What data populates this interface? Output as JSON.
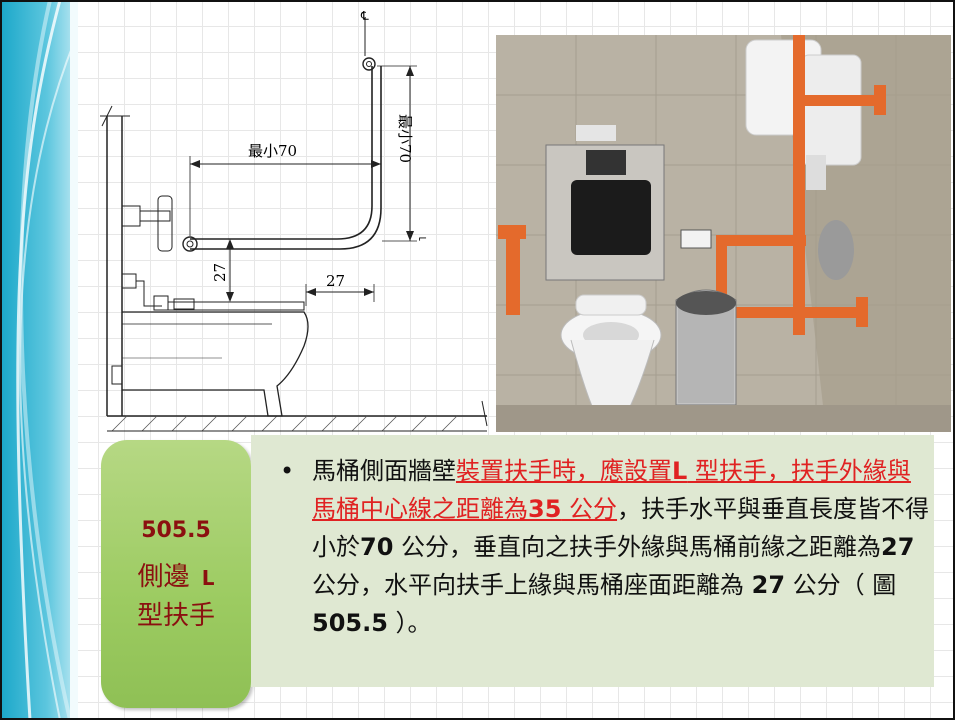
{
  "figure": {
    "centerline_mark": "℄",
    "horizontal_dim": "最小70",
    "vertical_dim": "最小70",
    "height_dim": "27",
    "front_dim": "27"
  },
  "badge": {
    "code": "505.5",
    "title_line1": "側邊",
    "title_L": "L",
    "title_line2": "型扶手"
  },
  "bullet": {
    "seg1": "馬桶側面牆壁",
    "seg2_red": "裝置扶手時，應設置",
    "seg3_red_bold": "L",
    "seg4_red": " 型扶手，扶手外緣與馬桶中心線之距離為",
    "seg5_red_bold": "35",
    "seg6_red": " 公分",
    "seg7": "，扶手水平與垂直長度皆不得小於",
    "seg8_bold": "70",
    "seg9": " 公分，垂直向之扶手外緣與馬桶前緣之距離為",
    "seg10_bold": "27",
    "seg11": " 公分，水平向扶手上緣與馬桶座面距離為 ",
    "seg12_bold": "27",
    "seg13": " 公分（ 圖",
    "seg14_bold": "505.5",
    "seg15": " ）。"
  },
  "colors": {
    "badge_green": "#9ccb61",
    "badge_text": "#8b1010",
    "highlight_red": "#e02222",
    "panel_bg": "#dfe8d2",
    "rail_orange": "#e46a2c"
  }
}
